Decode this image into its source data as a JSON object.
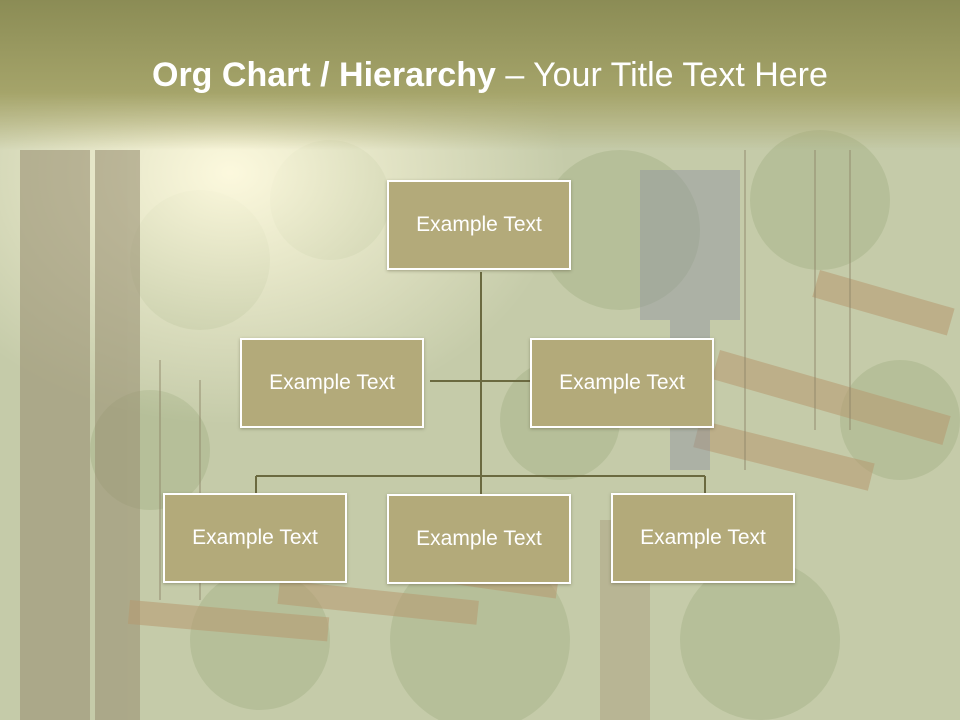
{
  "title": {
    "bold": "Org Chart / Hierarchy",
    "separator": " – ",
    "rest": "Your Title Text Here"
  },
  "colors": {
    "header": "#a5a46a",
    "box_fill": "#b3aa7a",
    "box_border": "#ffffff",
    "connector": "#6b6a40",
    "text": "#ffffff"
  },
  "chart": {
    "root": {
      "label": "Example Text"
    },
    "assistants": [
      {
        "label": "Example Text"
      },
      {
        "label": "Example Text"
      }
    ],
    "children": [
      {
        "label": "Example Text"
      },
      {
        "label": "Example Text"
      },
      {
        "label": "Example Text"
      }
    ]
  }
}
